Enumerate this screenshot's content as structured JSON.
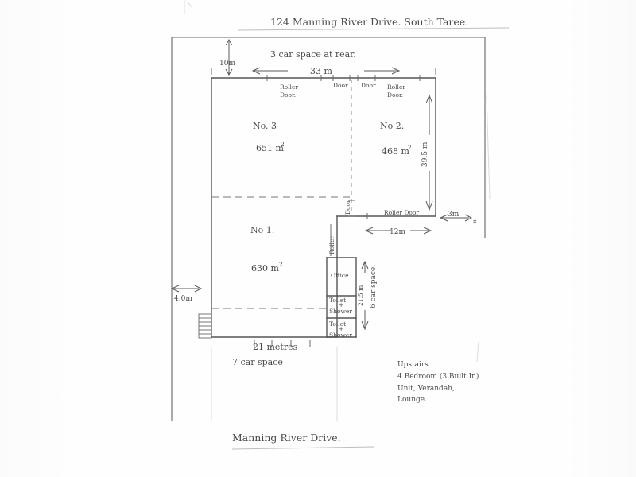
{
  "document": {
    "title": "124 Manning River Drive. South Taree.",
    "bottom_caption": "Manning River Drive.",
    "medium": "hand-drawn pencil floor plan sketch, scanned"
  },
  "annotations": {
    "rear_note": "3 car space at rear.",
    "front_note": "7 car space",
    "side_note": "6 car space.",
    "bottom_scale": "21 metres"
  },
  "dimensions": {
    "top_width": "33 m",
    "top_offset": "10m",
    "right_height": "39.5 m",
    "right_setback": "3m",
    "mid_width": "12m",
    "left_setback": "4.0m",
    "column_height": "21.5 m"
  },
  "units": [
    {
      "name": "No. 3",
      "area": "651 m",
      "area_sup": "2"
    },
    {
      "name": "No 2.",
      "area": "468 m",
      "area_sup": "2"
    },
    {
      "name": "No 1.",
      "area": "630 m",
      "area_sup": "2"
    }
  ],
  "rooms": [
    {
      "label_line1": "Office",
      "label_line2": ""
    },
    {
      "label_line1": "Toilet",
      "label_line2": "+",
      "label_line3": "Shower"
    },
    {
      "label_line1": "Toilet",
      "label_line2": "+",
      "label_line3": "Shower"
    }
  ],
  "openings": {
    "top_wall": [
      {
        "type": "roller-door",
        "line1": "Roller",
        "line2": "Door."
      },
      {
        "type": "door",
        "line1": "Door"
      },
      {
        "type": "door",
        "line1": "Door"
      },
      {
        "type": "roller-door",
        "line1": "Roller",
        "line2": "Door."
      }
    ],
    "middle_wall": {
      "type": "roller-door",
      "label": "Roller Door"
    },
    "vertical_door": {
      "type": "door",
      "label": "Door"
    },
    "vertical_roller": {
      "type": "roller-door",
      "label": "Roller"
    }
  },
  "upstairs_note": {
    "line1": "Upstairs",
    "line2": "4 Bedroom (3 Built In)",
    "line3": "Unit, Verandah,",
    "line4": "Lounge."
  },
  "colors": {
    "paper": "#fefefe",
    "pencil": "#4a4a4a",
    "wall": "#555555",
    "faint": "#dcdcdc"
  }
}
